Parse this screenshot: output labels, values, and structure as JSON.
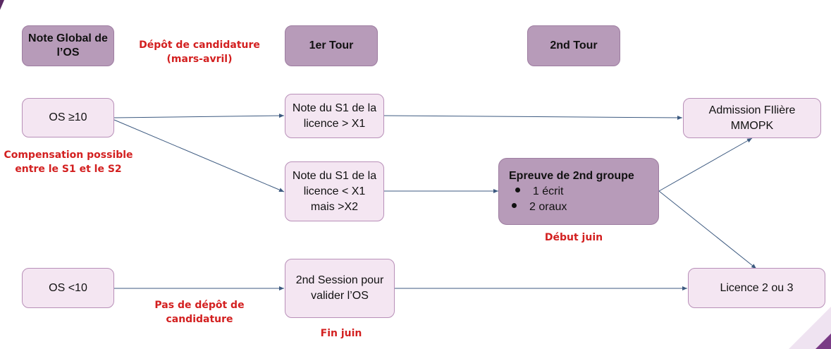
{
  "headers": {
    "note_global": "Note Global de l’OS",
    "tour1": "1er Tour",
    "tour2": "2nd Tour"
  },
  "annotations": {
    "depot": "Dépôt de candidature (mars-avril)",
    "compensation": "Compensation possible entre le S1 et le S2",
    "pas_depot": "Pas de dépôt de candidature",
    "debut_juin": "Début juin",
    "fin_juin": "Fin juin"
  },
  "nodes": {
    "os_ge10": "OS ≥10",
    "os_lt10": "OS <10",
    "note_s1_gt": "Note du S1 de la licence > X1",
    "note_s1_lt": "Note du S1 de la licence < X1 mais >X2",
    "second_session": "2nd Session pour valider l’OS",
    "admission": "Admission FIlière MMOPK",
    "licence23": "Licence 2 ou 3",
    "epreuve": {
      "title": "Epreuve de 2nd groupe",
      "items": [
        "1 écrit",
        "2 oraux"
      ]
    }
  },
  "colors": {
    "light_fill": "#f4e6f2",
    "dark_fill": "#b79bb9",
    "arrow": "#3d5a80",
    "annotation": "#d32020"
  }
}
